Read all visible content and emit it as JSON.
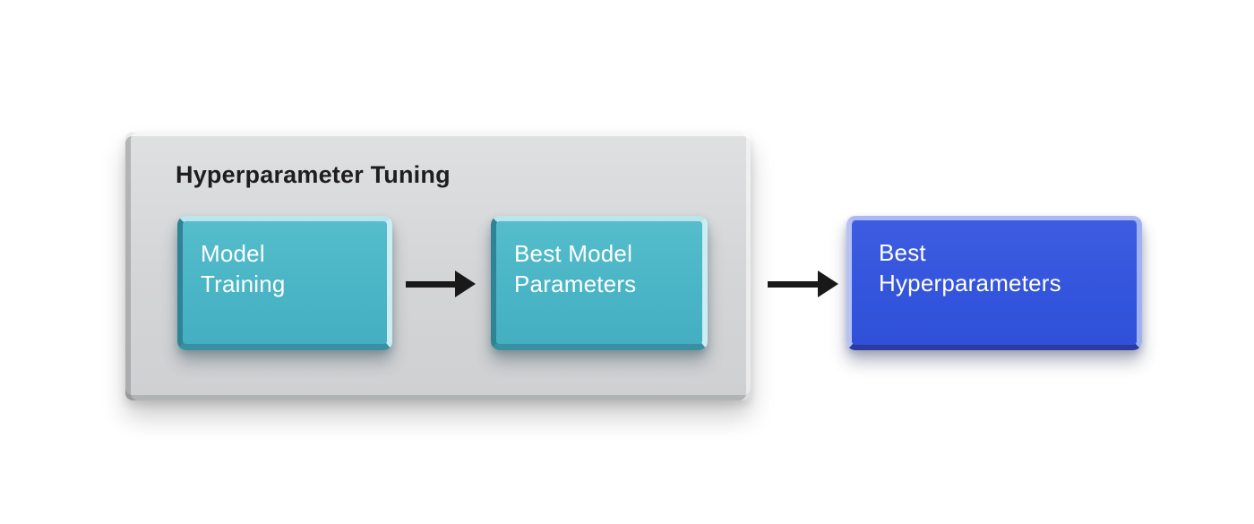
{
  "diagram": {
    "group": {
      "title": "Hyperparameter Tuning"
    },
    "nodes": {
      "model_training": {
        "line1": "Model",
        "line2": "Training",
        "fill": "#4AB5C6",
        "text_color": "#FFFFFF"
      },
      "best_model_parameters": {
        "line1": "Best Model",
        "line2": "Parameters",
        "fill": "#4AB5C6",
        "text_color": "#FFFFFF"
      },
      "best_hyperparameters": {
        "line1": "Best",
        "line2": "Hyperparameters",
        "fill": "#3354DC",
        "text_color": "#FFFFFF"
      }
    },
    "connectors": [
      {
        "from": "model_training",
        "to": "best_model_parameters",
        "icon": "arrow-right-icon",
        "color": "#191919"
      },
      {
        "from": "best_model_parameters",
        "to": "best_hyperparameters",
        "icon": "arrow-right-icon",
        "color": "#191919"
      }
    ],
    "colors": {
      "background": "#FFFFFF",
      "panel_fill": "#D4D5D6",
      "panel_bevel_light": "#F2F3F3",
      "panel_bevel_dark": "#A8A9AB",
      "teal_bevel_light": "#B9E5EB",
      "teal_bevel_dark": "#3A8FA0",
      "blue_bevel_light": "#AAB9F3",
      "blue_bevel_dark": "#2B3CA0",
      "title_text": "#1E1E20"
    }
  }
}
